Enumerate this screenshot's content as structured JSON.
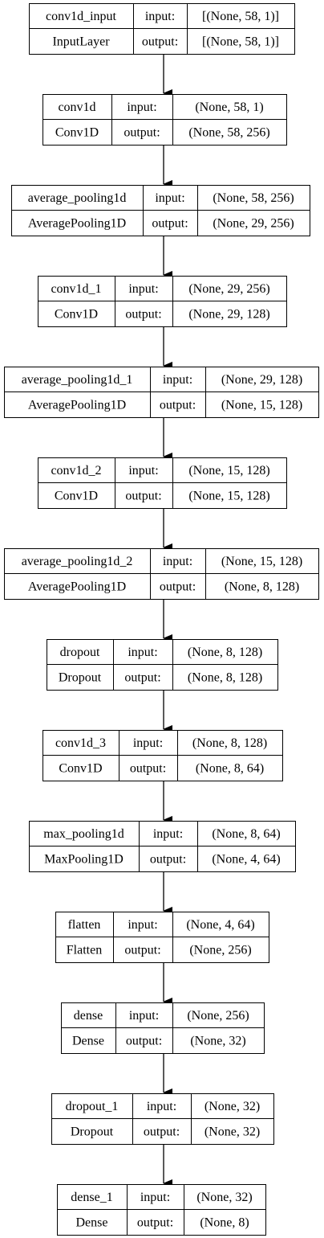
{
  "labels": {
    "input": "input:",
    "output": "output:"
  },
  "layers": [
    {
      "name": "conv1d_input",
      "type": "InputLayer",
      "input": "[(None, 58, 1)]",
      "output": "[(None, 58, 1)]"
    },
    {
      "name": "conv1d",
      "type": "Conv1D",
      "input": "(None, 58, 1)",
      "output": "(None, 58, 256)"
    },
    {
      "name": "average_pooling1d",
      "type": "AveragePooling1D",
      "input": "(None, 58, 256)",
      "output": "(None, 29, 256)"
    },
    {
      "name": "conv1d_1",
      "type": "Conv1D",
      "input": "(None, 29, 256)",
      "output": "(None, 29, 128)"
    },
    {
      "name": "average_pooling1d_1",
      "type": "AveragePooling1D",
      "input": "(None, 29, 128)",
      "output": "(None, 15, 128)"
    },
    {
      "name": "conv1d_2",
      "type": "Conv1D",
      "input": "(None, 15, 128)",
      "output": "(None, 15, 128)"
    },
    {
      "name": "average_pooling1d_2",
      "type": "AveragePooling1D",
      "input": "(None, 15, 128)",
      "output": "(None, 8, 128)"
    },
    {
      "name": "dropout",
      "type": "Dropout",
      "input": "(None, 8, 128)",
      "output": "(None, 8, 128)"
    },
    {
      "name": "conv1d_3",
      "type": "Conv1D",
      "input": "(None, 8, 128)",
      "output": "(None, 8, 64)"
    },
    {
      "name": "max_pooling1d",
      "type": "MaxPooling1D",
      "input": "(None, 8, 64)",
      "output": "(None, 4, 64)"
    },
    {
      "name": "flatten",
      "type": "Flatten",
      "input": "(None, 4, 64)",
      "output": "(None, 256)"
    },
    {
      "name": "dense",
      "type": "Dense",
      "input": "(None, 256)",
      "output": "(None, 32)"
    },
    {
      "name": "dropout_1",
      "type": "Dropout",
      "input": "(None, 32)",
      "output": "(None, 32)"
    },
    {
      "name": "dense_1",
      "type": "Dense",
      "input": "(None, 32)",
      "output": "(None, 8)"
    }
  ]
}
